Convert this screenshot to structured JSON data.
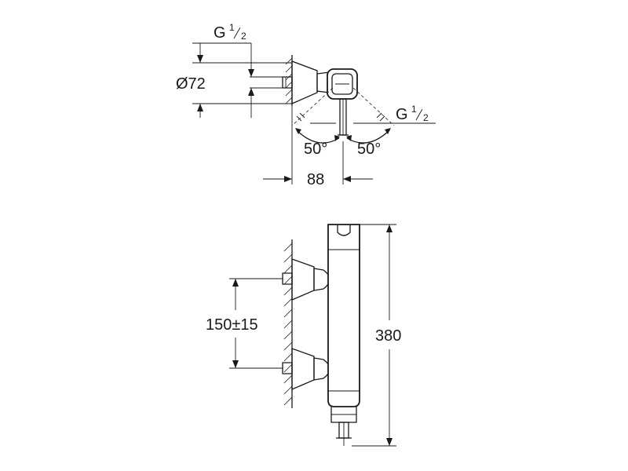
{
  "top_view": {
    "inlet_thread_top": {
      "base": "G",
      "numerator": "1",
      "denominator": "2"
    },
    "diameter": "Ø72",
    "inlet_thread_right": {
      "base": "G",
      "numerator": "1",
      "denominator": "2"
    },
    "angle_left": "50°",
    "angle_right": "50°",
    "projection": "88"
  },
  "front_view": {
    "centre_distance": "150±15",
    "height": "380"
  }
}
